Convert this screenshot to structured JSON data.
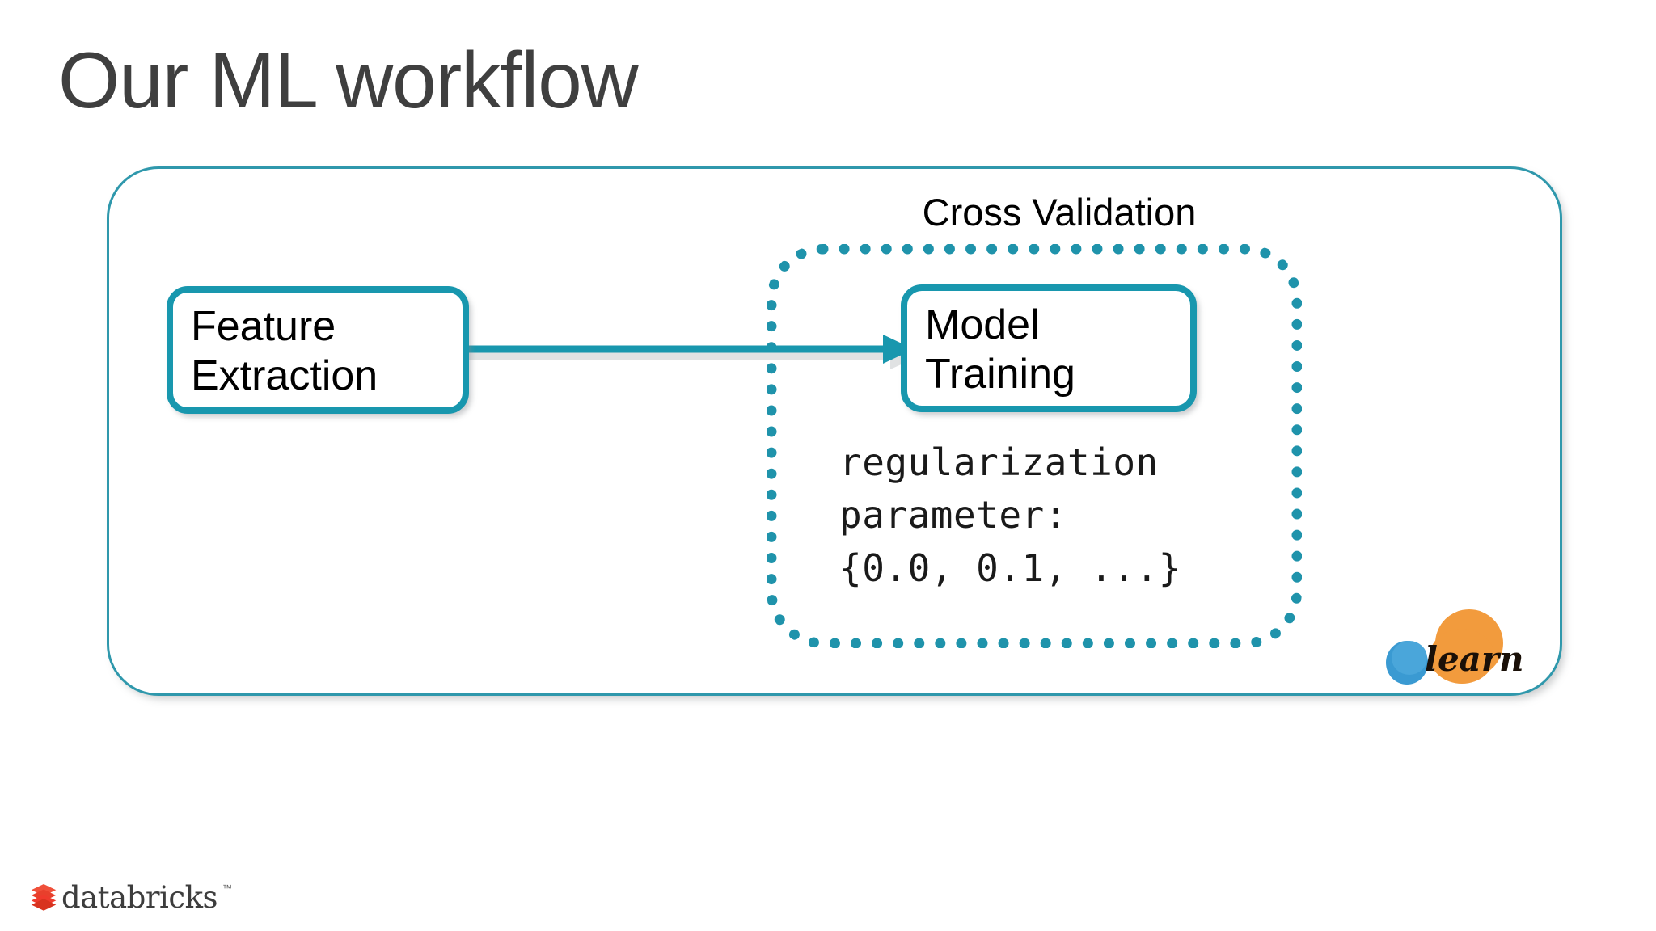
{
  "slide": {
    "title": "Our ML workflow",
    "background_color": "#ffffff",
    "title_color": "#3f3f3f"
  },
  "theme": {
    "teal_accent": "#1897ae",
    "teal_border_thin": "#2f98ac",
    "dotted_teal": "#1f93ab",
    "text_color": "#000000",
    "sklearn_orange": "#f39b3c",
    "sklearn_blue": "#3499cd",
    "databricks_red": "#ef3a2c"
  },
  "diagram": {
    "container_name": "ML workflow pipeline",
    "cross_validation_label": "Cross Validation",
    "nodes": [
      {
        "id": "feature-extraction",
        "label": "Feature\nExtraction",
        "inside_cross_validation": false
      },
      {
        "id": "model-training",
        "label": "Model\nTraining",
        "inside_cross_validation": true
      }
    ],
    "edges": [
      {
        "from": "feature-extraction",
        "to": "model-training",
        "style": "solid-arrow",
        "color": "#1897ae"
      }
    ],
    "hyperparameter_code": "regularization\nparameter:\n{0.0, 0.1, ...}"
  },
  "logos": {
    "sklearn": {
      "name": "scikit-learn",
      "script_text": "learn"
    },
    "databricks": {
      "wordmark": "databricks",
      "trademark": "™"
    }
  }
}
